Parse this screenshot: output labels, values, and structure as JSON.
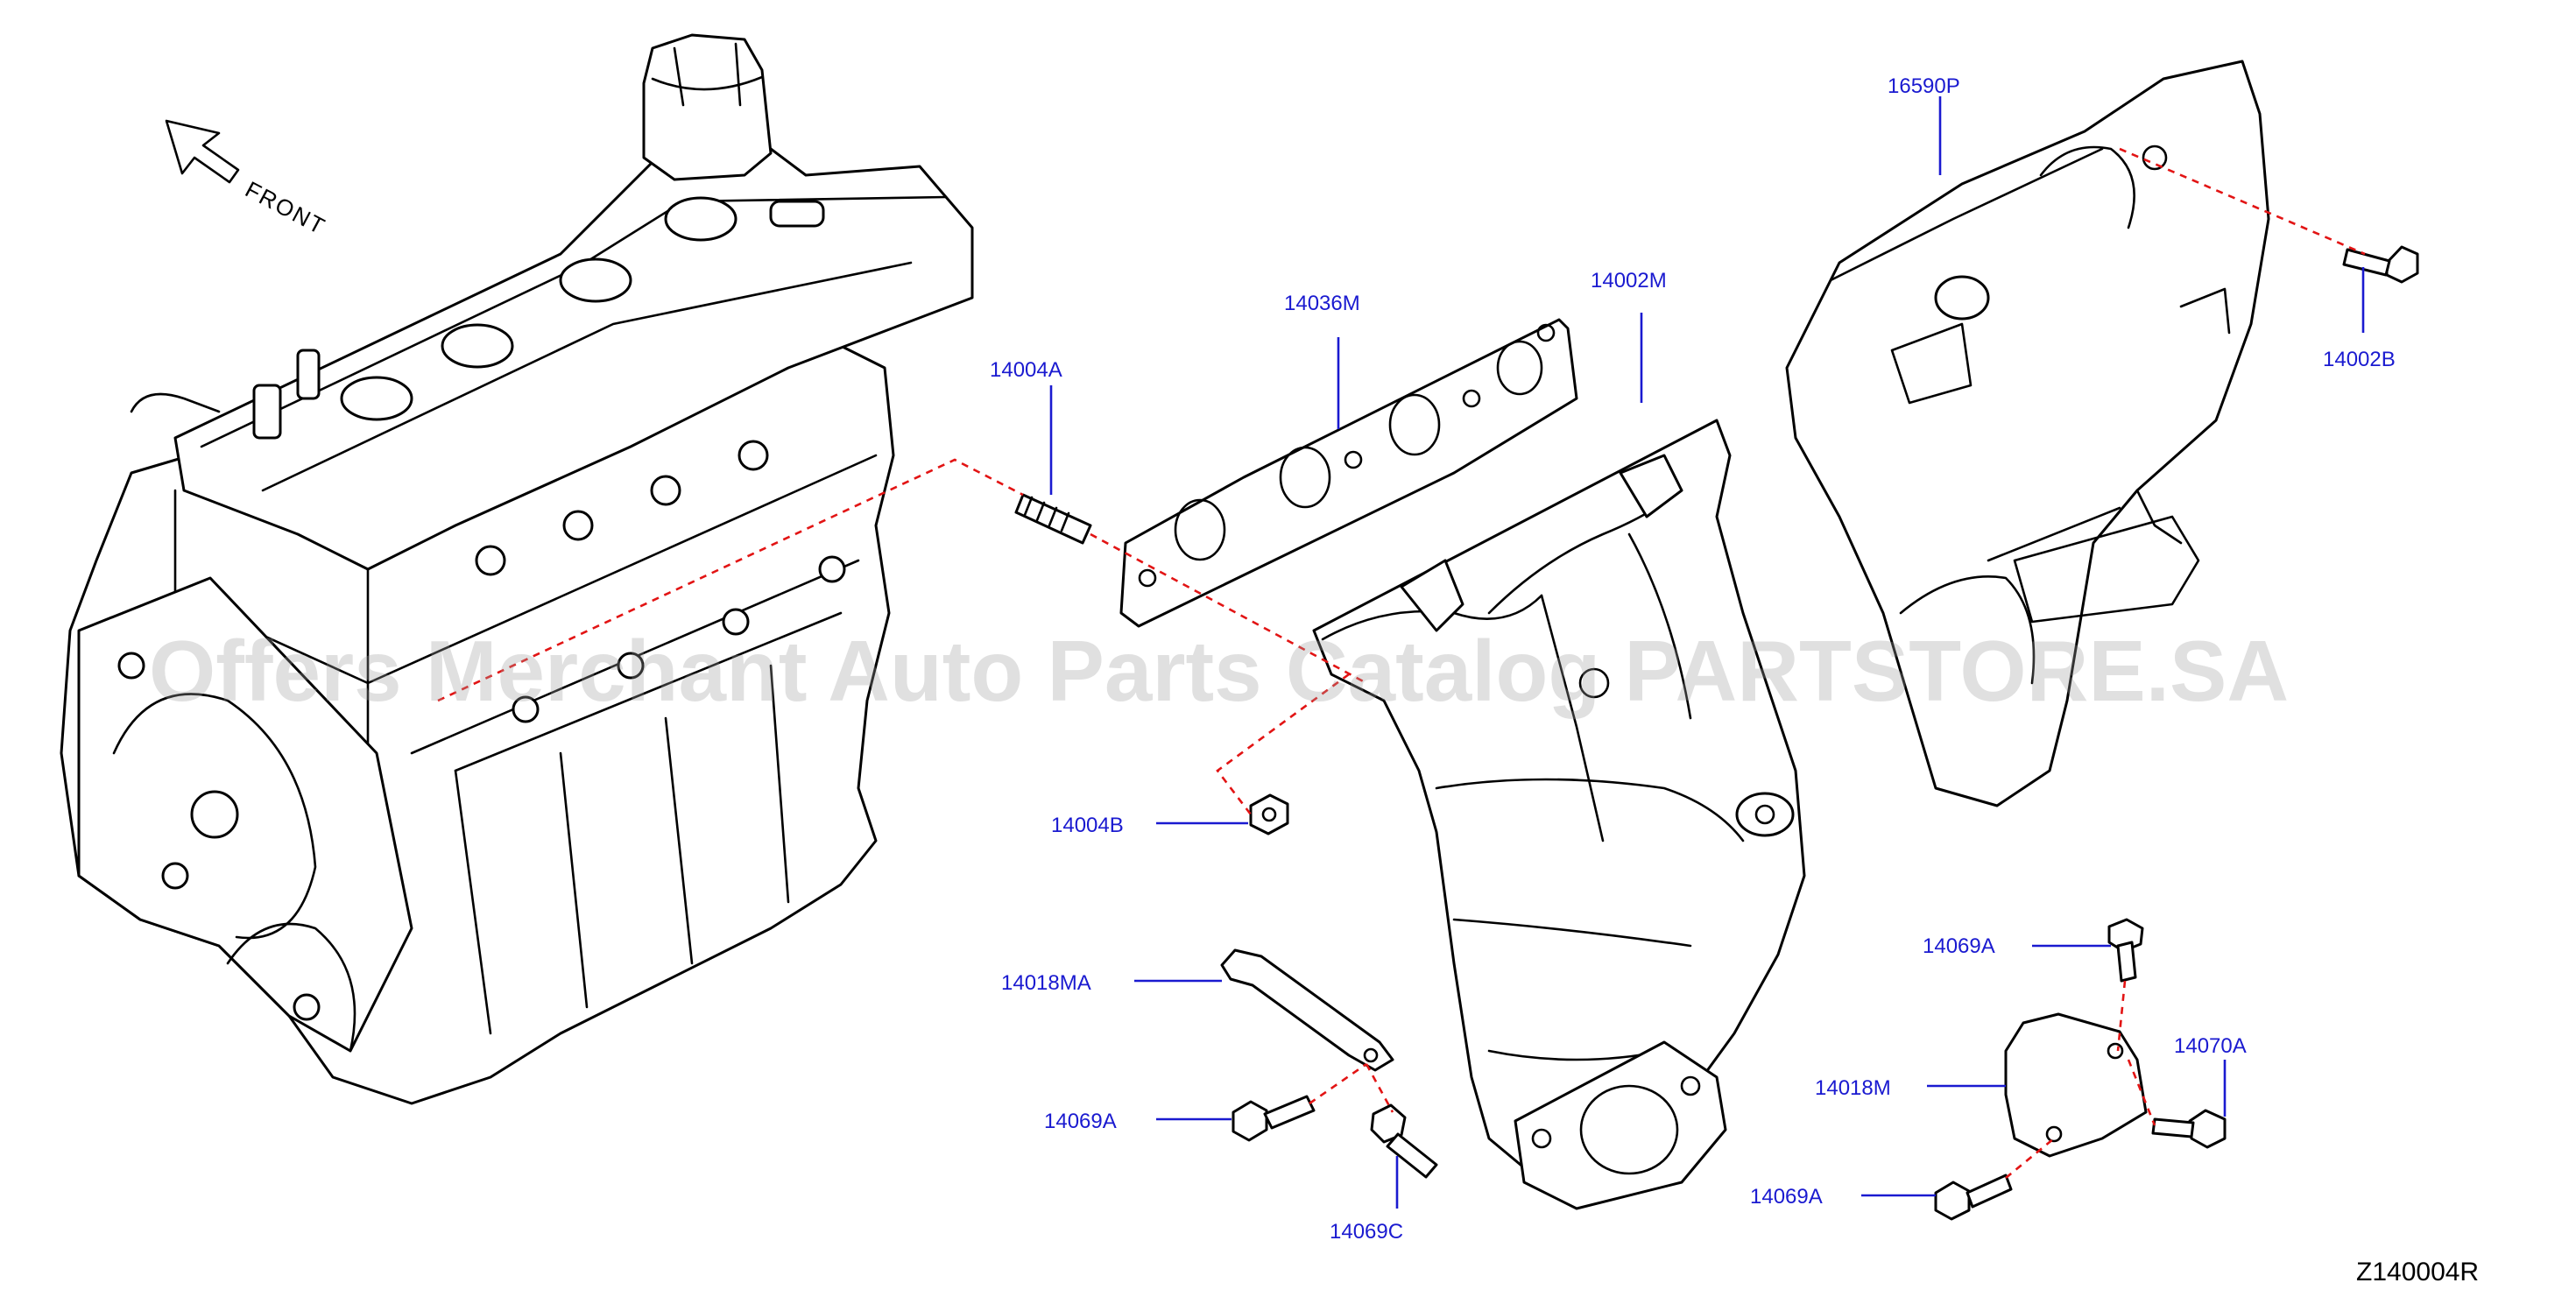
{
  "diagram_id": "Z140004R",
  "watermark": "Offers Merchant Auto Parts Catalog PARTSTORE.SA",
  "direction_label": "FRONT",
  "colors": {
    "callout": "#1a1ad0",
    "guide_line": "#e21414",
    "artwork": "#000000",
    "background": "#ffffff"
  },
  "callouts": {
    "heat_shield": "16590P",
    "shield_bolt": "14002B",
    "gasket": "14036M",
    "manifold": "14002M",
    "stud": "14004A",
    "nut": "14004B",
    "bracket_left": "14018MA",
    "bolt_left": "14069A",
    "bolt_lower": "14069C",
    "bolt_right_top": "14069A",
    "bracket_right": "14018M",
    "bolt_right_side": "14070A",
    "bolt_right_bottom": "14069A"
  }
}
